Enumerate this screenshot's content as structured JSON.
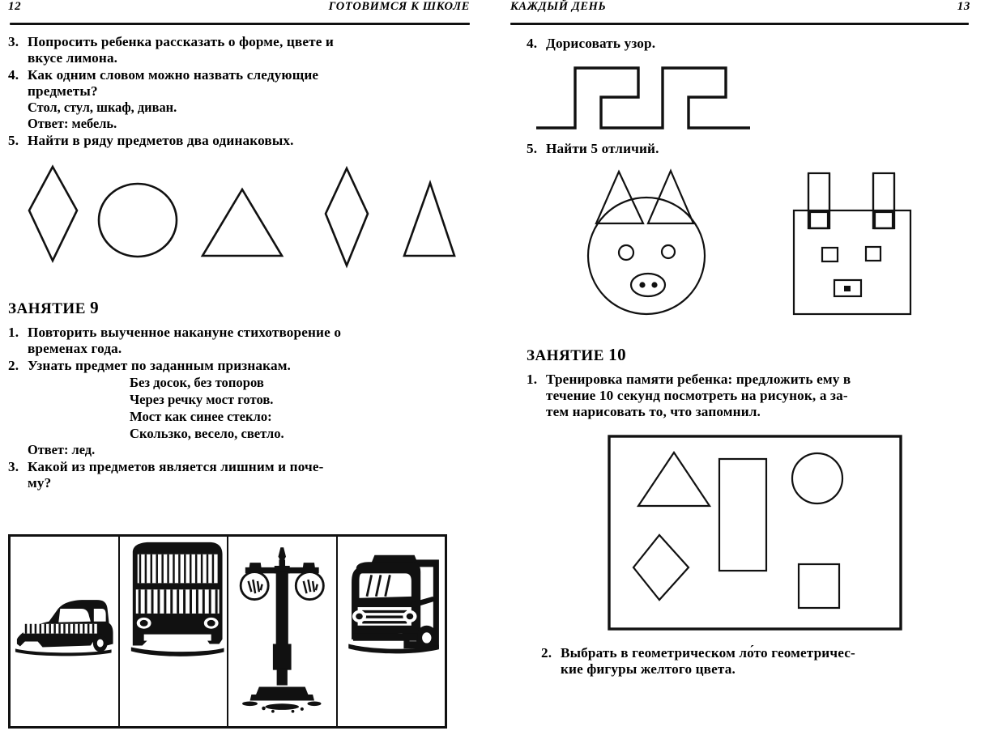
{
  "left_page": {
    "folio": "12",
    "running_title": "ГОТОВИМСЯ К ШКОЛЕ",
    "tasks": [
      {
        "num": "3.",
        "lines": [
          "Попросить ребенка рассказать о форме, цвете и",
          "вкусе лимона."
        ]
      },
      {
        "num": "4.",
        "lines": [
          "Как одним словом можно назвать следующие",
          "предметы?"
        ],
        "sub": [
          "Стол, стул, шкаф, диван.",
          "Ответ: мебель."
        ]
      },
      {
        "num": "5.",
        "lines": [
          "Найти в ряду предметов два одинаковых."
        ]
      }
    ],
    "shapes_row": {
      "caption_figure": "row-of-five-shapes",
      "items": [
        "diamond",
        "circle",
        "triangle",
        "diamond",
        "triangle"
      ]
    },
    "lesson": {
      "word": "ЗАНЯТИЕ",
      "number": "9"
    },
    "lesson_tasks": [
      {
        "num": "1.",
        "lines": [
          "Повторить выученное накануне стихотворение о",
          "временах года."
        ]
      },
      {
        "num": "2.",
        "lines": [
          "Узнать предмет по заданным признакам."
        ],
        "verse": [
          "Без досок, без топоров",
          "Через речку мост готов.",
          "Мост как синее стекло:",
          "Скользко, весело, светло."
        ],
        "answer": "Ответ: лед."
      },
      {
        "num": "3.",
        "lines": [
          "Какой из предметов является лишним и поче-",
          "му?"
        ]
      }
    ],
    "vehicles": {
      "figure_name": "four-panel-object-strip",
      "panels": [
        "car",
        "bus",
        "street-lamp",
        "truck"
      ]
    }
  },
  "right_page": {
    "folio": "13",
    "running_title": "КАЖДЫЙ ДЕНЬ",
    "tasks": [
      {
        "num": "4.",
        "lines": [
          "Дорисовать узор."
        ]
      },
      {
        "num": "5.",
        "lines": [
          "Найти 5 отличий."
        ]
      }
    ],
    "pattern": {
      "figure_name": "step-pattern-to-continue"
    },
    "differences": {
      "figure_name": "spot-five-differences",
      "left_figure": "round-pig-face",
      "right_figure": "square-pig-face"
    },
    "lesson": {
      "word": "ЗАНЯТИЕ",
      "number": "10"
    },
    "lesson_tasks": [
      {
        "num": "1.",
        "lines": [
          "Тренировка памяти ребенка: предложить ему в",
          "течение 10 секунд посмотреть на рисунок, а за-",
          "тем нарисовать то, что запомнил."
        ]
      },
      {
        "num": "2.",
        "lines": [
          "Выбрать в геометрическом ло́то геометричес-",
          "кие фигуры желтого цвета."
        ]
      }
    ],
    "memory_box": {
      "figure_name": "memory-shapes-box",
      "shapes": [
        "triangle",
        "diamond",
        "rectangle",
        "circle",
        "square"
      ]
    }
  }
}
